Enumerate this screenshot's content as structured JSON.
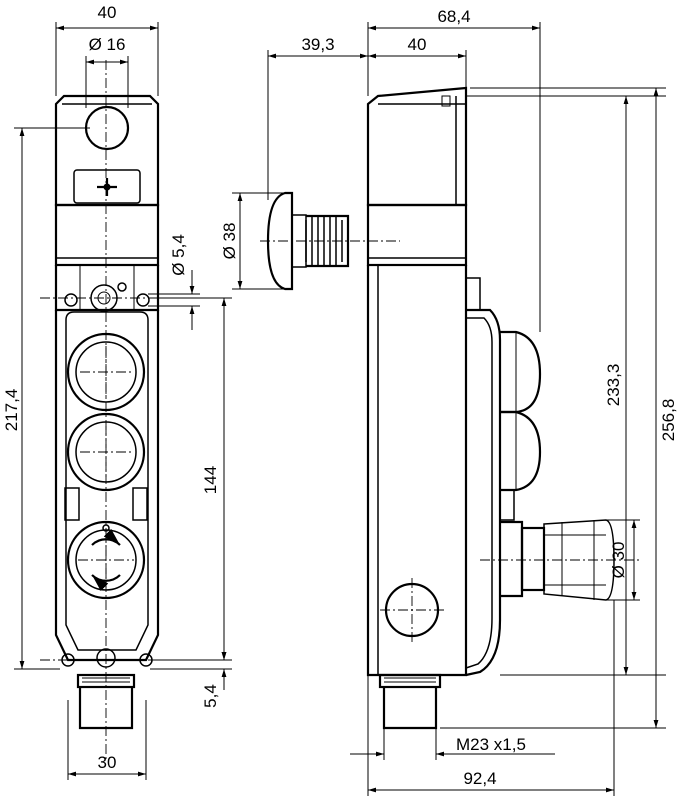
{
  "dimensions": {
    "front_width": "40",
    "button_diameter": "Ø 16",
    "hole_diameter": "Ø 5,4",
    "front_height": "217,4",
    "hole_spacing": "144",
    "bottom_offset": "5,4",
    "connector_width": "30",
    "side_top_total": "68,4",
    "side_top_left": "39,3",
    "side_top_right": "40",
    "actuator_diameter": "Ø 38",
    "height_inner": "233,3",
    "height_total": "256,8",
    "side_connector_diameter": "Ø 30",
    "thread": "M23 x1,5",
    "depth_total": "92,4"
  }
}
